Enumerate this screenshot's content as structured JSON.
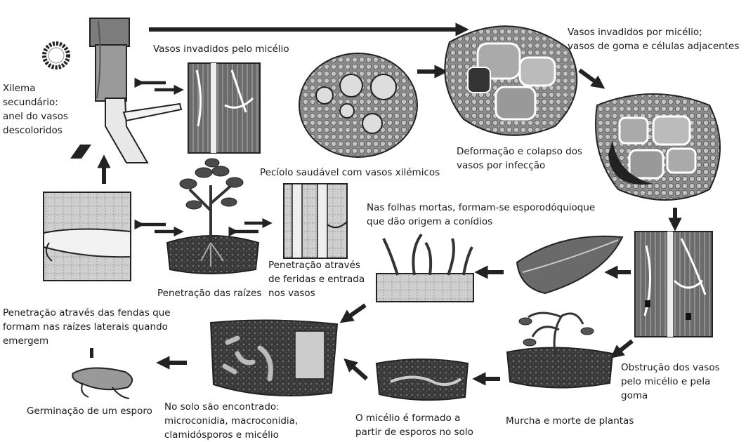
{
  "labels": {
    "vasos_micelio": "Vasos invadidos pelo micélio",
    "xilema": "Xilema\nsecundário:\nanel do vasos\ndescoloridos",
    "vasos_goma": "Vasos invadidos por micélio;\nvasos de goma e células adjacentes",
    "deformacao": "Deformação e colapso dos\nvasos por infecção",
    "peciolo": "Pecíolo saudável com vasos xilémicos",
    "folhas_mortas": "Nas folhas mortas, formam-se esporodóquioque\nque dão origem a conídios",
    "penetracao_feridas": "Penetração através\nde feridas e entrada\nnos vasos",
    "penetracao_raizes": "Penetração das raízes",
    "penetracao_fendas": "Penetração através das fendas que\nformam nas raízes laterais quando\nemergem",
    "obstrucao": "Obstrução dos vasos\npelo micélio e pela\ngoma",
    "germinacao": "Germinação de um esporo",
    "solo": "No solo são encontrado:\nmicroconidia, macroconidia,\nclamidósporos e micélio",
    "micelio_formado": "O micélio é formado a\npartir de esporos no solo",
    "murcha": "Murcha e morte de plantas"
  },
  "icons": [
    "stem-cross-section",
    "xylem-vessel",
    "infected-vessel",
    "stem-section",
    "plant",
    "dead-leaf",
    "spore",
    "soil-section",
    "wilted-plant"
  ]
}
